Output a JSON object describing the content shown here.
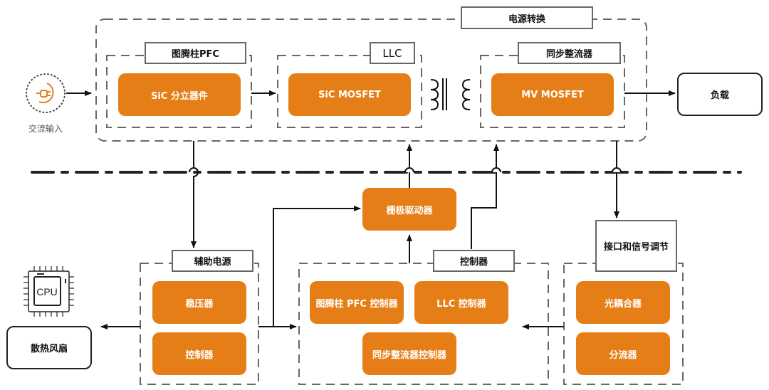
{
  "diagram": {
    "input": {
      "label": "交流输入",
      "icon": "power-plug-icon"
    },
    "power_conversion": {
      "title": "电源转换",
      "pfc": {
        "title": "图腾柱PFC",
        "component": "SiC 分立器件"
      },
      "llc": {
        "title": "LLC",
        "component": "SiC MOSFET"
      },
      "transformer_icon": "transformer-icon",
      "sync_rectifier": {
        "title": "同步整流器",
        "component": "MV MOSFET"
      }
    },
    "load": "负载",
    "gate_driver": "栅极驱动器",
    "aux_power": {
      "title": "辅助电源",
      "components": [
        "稳压器",
        "控制器"
      ]
    },
    "controller": {
      "title": "控制器",
      "components": [
        "图腾柱 PFC 控制器",
        "LLC 控制器",
        "同步整流器控制器"
      ]
    },
    "interface": {
      "title": "接口和信号调节",
      "components": [
        "光耦合器",
        "分流器"
      ]
    },
    "cpu": {
      "label": "CPU",
      "icon": "cpu-chip-icon"
    },
    "fan": "散热风扇",
    "colors": {
      "accent": "#e67e17",
      "dash": "#6e6562",
      "line": "#111111"
    }
  }
}
